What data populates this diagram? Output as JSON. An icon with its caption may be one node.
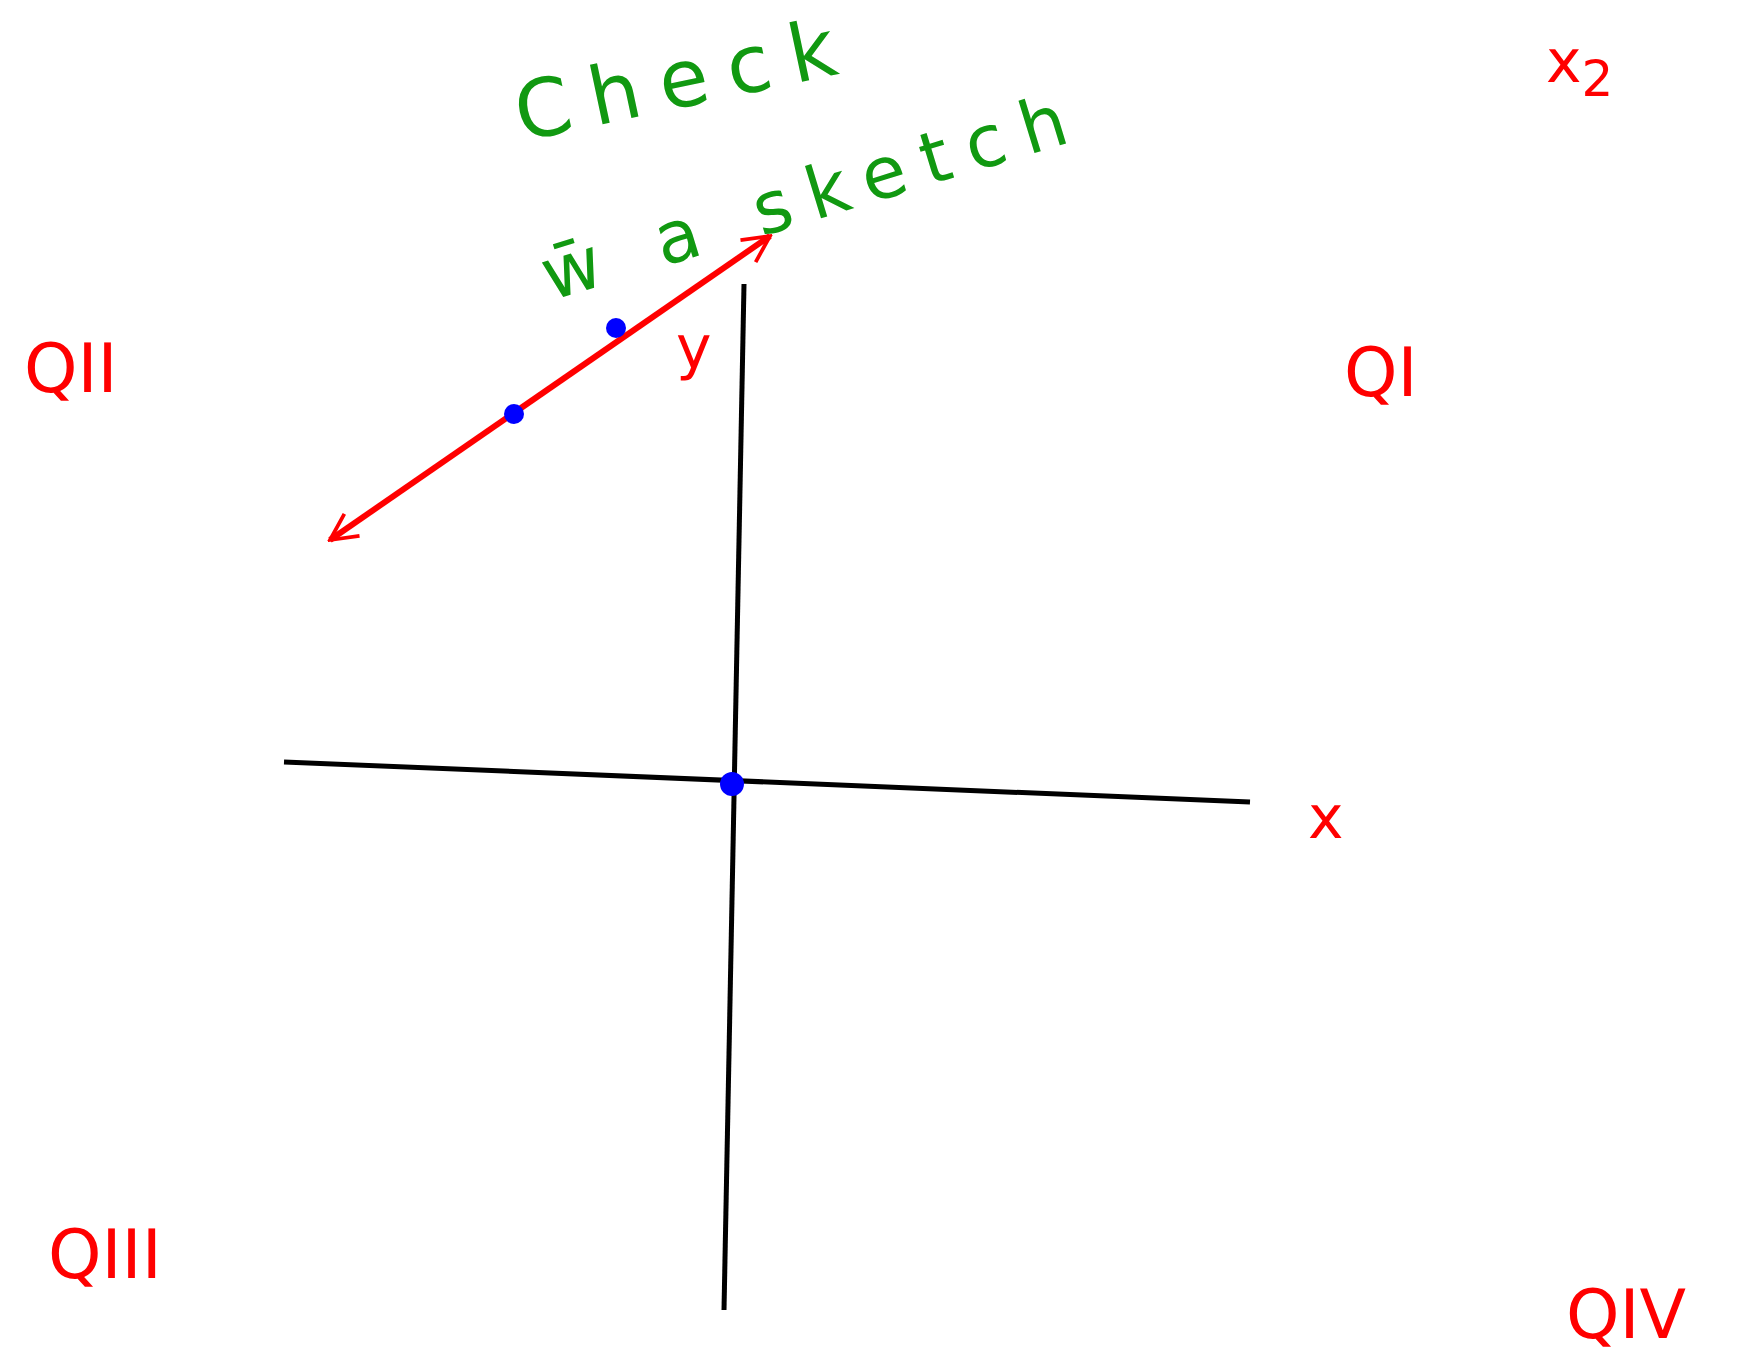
{
  "diagram": {
    "labels": [
      "Check",
      "w̄ a sketch",
      "x$_{2}$",
      "QII",
      "QI",
      "y",
      "x",
      "QIII",
      "QIV"
    ]
  }
}
